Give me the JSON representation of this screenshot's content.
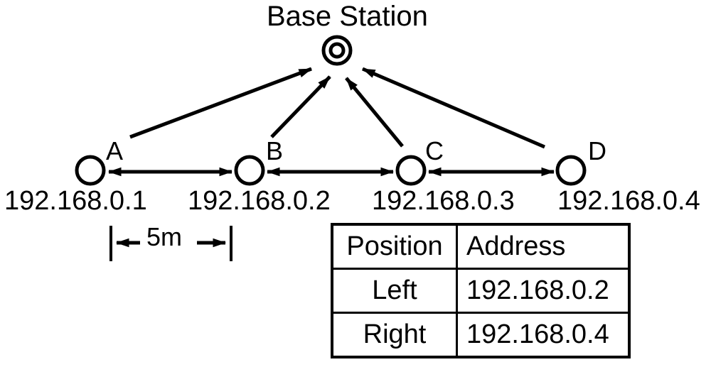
{
  "diagram": {
    "base_station_label": "Base Station",
    "nodes": [
      {
        "label": "A",
        "address": "192.168.0.1"
      },
      {
        "label": "B",
        "address": "192.168.0.2"
      },
      {
        "label": "C",
        "address": "192.168.0.3"
      },
      {
        "label": "D",
        "address": "192.168.0.4"
      }
    ],
    "distance_label": "5m"
  },
  "table": {
    "headers": [
      "Position",
      "Address"
    ],
    "rows": [
      {
        "position": "Left",
        "address": "192.168.0.2"
      },
      {
        "position": "Right",
        "address": "192.168.0.4"
      }
    ]
  },
  "colors": {
    "ink": "#000000",
    "background": "#ffffff"
  }
}
